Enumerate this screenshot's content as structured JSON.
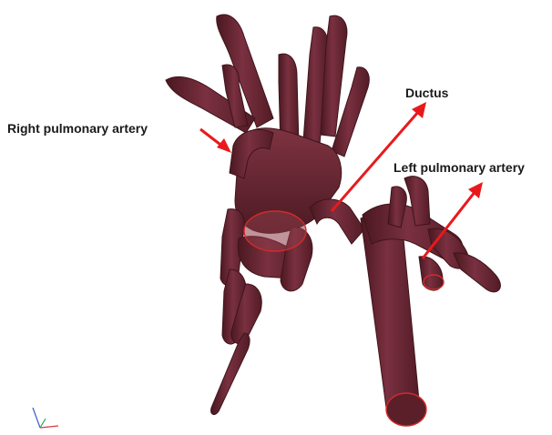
{
  "labels": {
    "right_pulmonary_artery": "Right pulmonary artery",
    "ductus": "Ductus",
    "left_pulmonary_artery": "Left pulmonary artery"
  },
  "colors": {
    "vessel": "#6e2a35",
    "vessel_dark": "#4a1820",
    "vessel_light": "#8c3c48",
    "arrow": "#e8191c",
    "cut_outline": "#d42a2a"
  },
  "icons": {
    "axis_triad": "axis-triad-icon"
  }
}
